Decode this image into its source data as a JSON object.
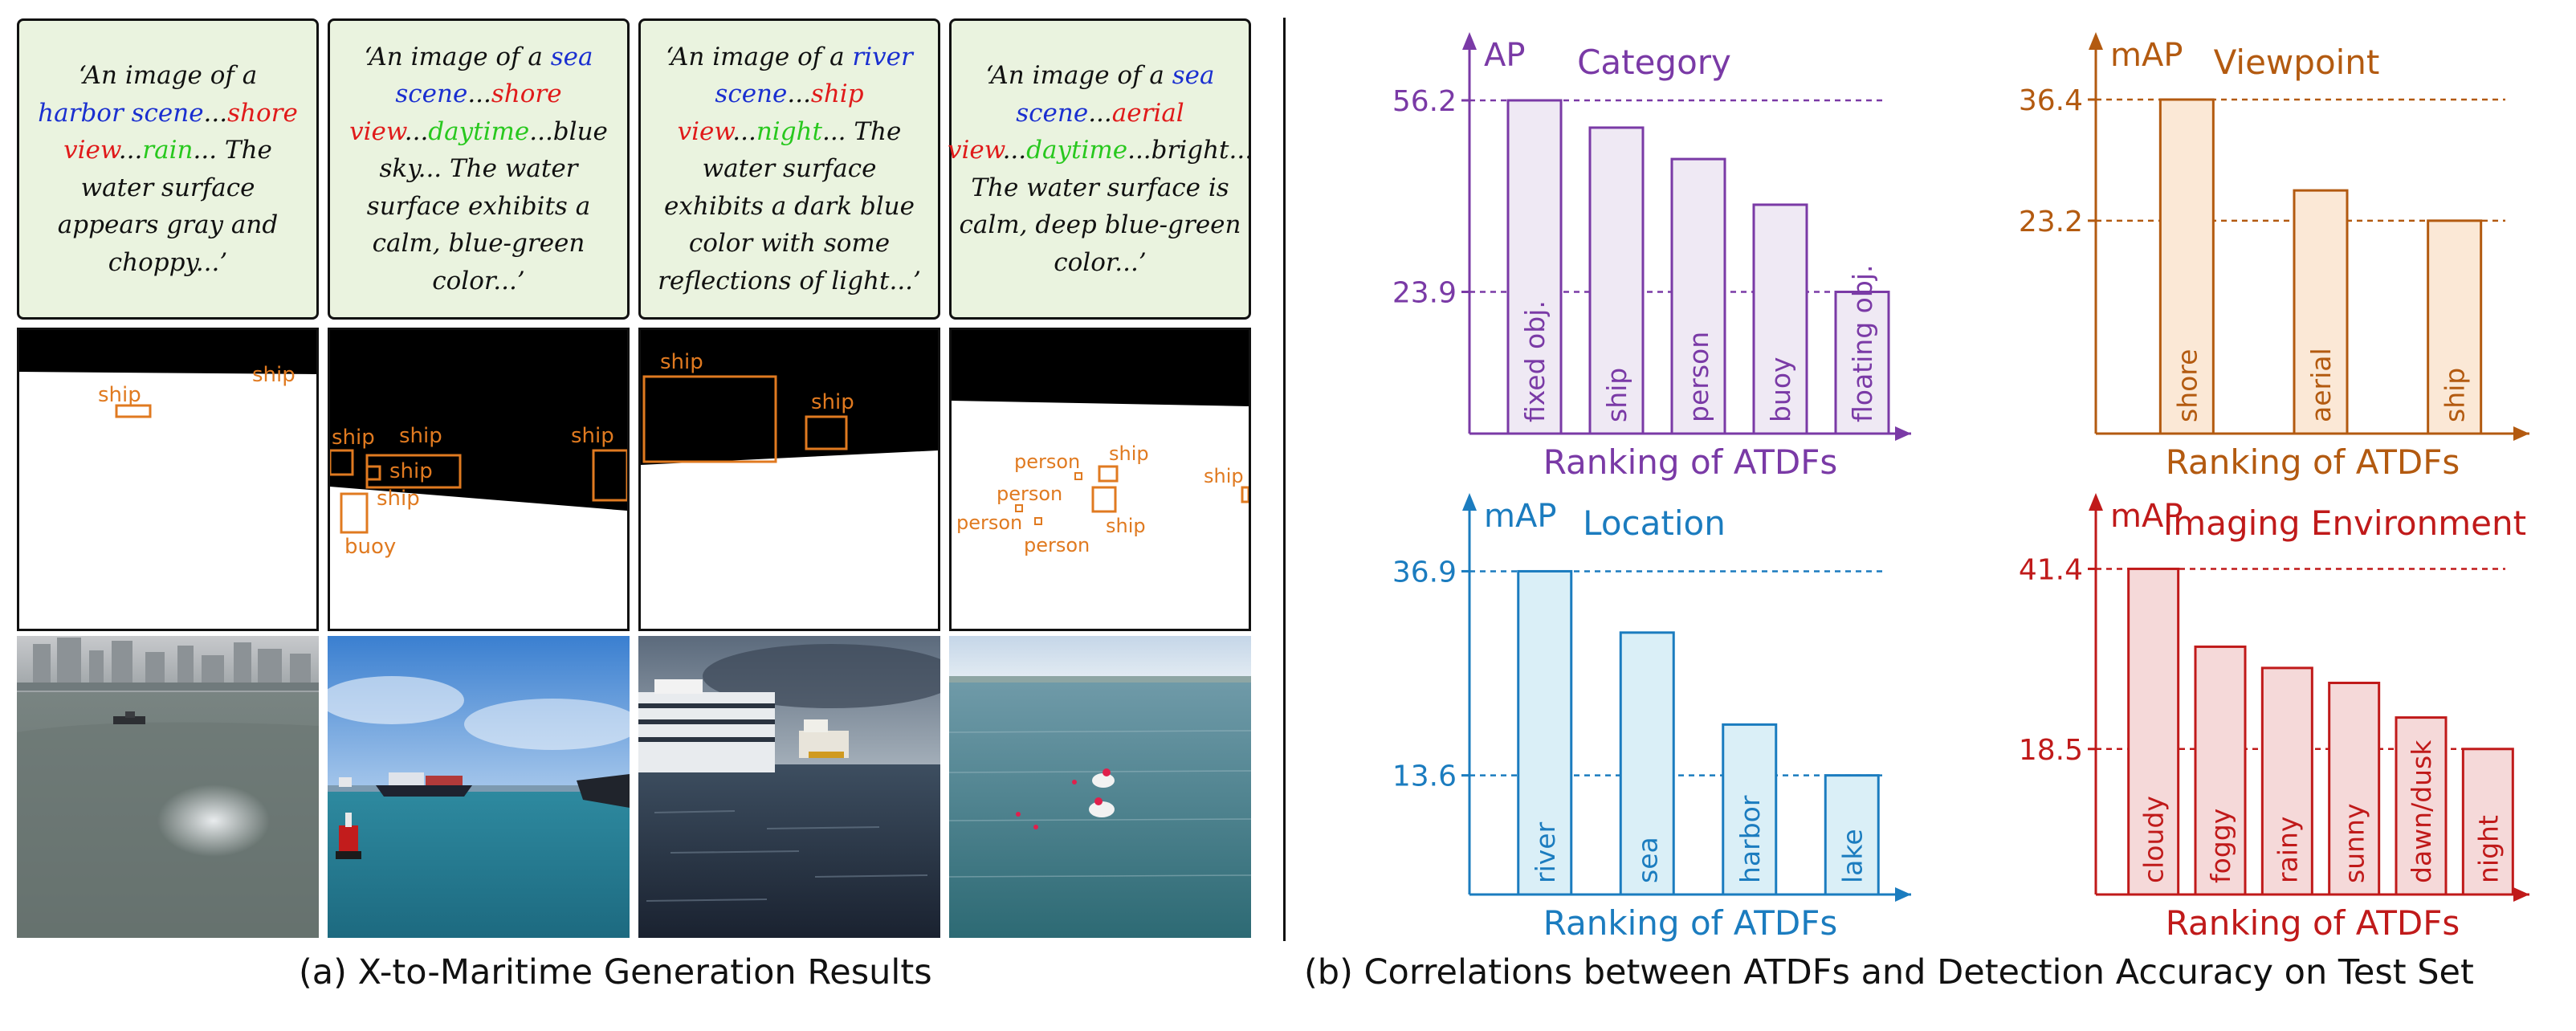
{
  "captions": {
    "a": "(a) X-to-Maritime Generation Results",
    "b": "(b) Correlations between ATDFs and Detection Accuracy on Test Set"
  },
  "prompts": [
    {
      "segments": [
        {
          "t": "‘An image of a ",
          "c": "blk"
        },
        {
          "t": "harbor scene",
          "c": "blu"
        },
        {
          "t": "...",
          "c": "blk"
        },
        {
          "t": "shore view",
          "c": "red"
        },
        {
          "t": "...",
          "c": "blk"
        },
        {
          "t": "rain",
          "c": "grn"
        },
        {
          "t": "... The water surface appears gray and choppy...’",
          "c": "blk"
        }
      ]
    },
    {
      "segments": [
        {
          "t": "‘An image of a ",
          "c": "blk"
        },
        {
          "t": "sea scene",
          "c": "blu"
        },
        {
          "t": "...",
          "c": "blk"
        },
        {
          "t": "shore view",
          "c": "red"
        },
        {
          "t": "...",
          "c": "blk"
        },
        {
          "t": "daytime",
          "c": "grn"
        },
        {
          "t": "...blue sky... The water surface exhibits a calm, blue-green color...’",
          "c": "blk"
        }
      ]
    },
    {
      "segments": [
        {
          "t": "‘An image of a ",
          "c": "blk"
        },
        {
          "t": "river scene",
          "c": "blu"
        },
        {
          "t": "...",
          "c": "blk"
        },
        {
          "t": "ship view",
          "c": "red"
        },
        {
          "t": "...",
          "c": "blk"
        },
        {
          "t": "night",
          "c": "grn"
        },
        {
          "t": "... The water surface exhibits a dark blue color with some reflections of light...’",
          "c": "blk"
        }
      ]
    },
    {
      "segments": [
        {
          "t": "‘An image of a ",
          "c": "blk"
        },
        {
          "t": "sea scene",
          "c": "blu"
        },
        {
          "t": "...",
          "c": "blk"
        },
        {
          "t": "aerial view",
          "c": "red"
        },
        {
          "t": "...",
          "c": "blk"
        },
        {
          "t": "daytime",
          "c": "grn"
        },
        {
          "t": "...bright... The water surface is calm, deep blue-green color...’",
          "c": "blk"
        }
      ]
    }
  ],
  "masks": [
    {
      "labels": [
        "ship",
        "ship"
      ]
    },
    {
      "labels": [
        "ship",
        "ship",
        "ship",
        "ship",
        "ship",
        "buoy"
      ]
    },
    {
      "labels": [
        "ship",
        "ship"
      ]
    },
    {
      "labels": [
        "person",
        "ship",
        "person",
        "person",
        "person",
        "ship",
        "ship"
      ]
    }
  ],
  "colors": {
    "annotation": "#e07a20"
  },
  "chart_data": [
    {
      "type": "bar",
      "title": "Category",
      "ylabel": "AP",
      "xlabel": "Ranking of ATDFs",
      "categories": [
        "fixed obj.",
        "ship",
        "person",
        "buoy",
        "floating obj."
      ],
      "values": [
        56.2,
        51.6,
        46.3,
        38.6,
        23.9
      ],
      "yticks": [
        "56.2",
        "23.9"
      ],
      "ylim": [
        0,
        65
      ],
      "color": "#7a3aa6",
      "fill": "#efe9f4"
    },
    {
      "type": "bar",
      "title": "Viewpoint",
      "ylabel": "mAP",
      "xlabel": "Ranking of ATDFs",
      "categories": [
        "shore",
        "aerial",
        "ship"
      ],
      "values": [
        36.4,
        26.5,
        23.2
      ],
      "yticks": [
        "36.4",
        "23.2"
      ],
      "ylim": [
        0,
        42
      ],
      "color": "#b35a10",
      "fill": "#fbe8d6"
    },
    {
      "type": "bar",
      "title": "Location",
      "ylabel": "mAP",
      "xlabel": "Ranking of ATDFs",
      "categories": [
        "river",
        "sea",
        "harbor",
        "lake"
      ],
      "values": [
        36.9,
        29.9,
        19.4,
        13.6
      ],
      "yticks": [
        "36.9",
        "13.6"
      ],
      "ylim": [
        0,
        44
      ],
      "color": "#1b7cbf",
      "fill": "#daeff7"
    },
    {
      "type": "bar",
      "title": "Imaging Environment",
      "ylabel": "mAP",
      "xlabel": "Ranking of ATDFs",
      "categories": [
        "cloudy",
        "foggy",
        "rainy",
        "sunny",
        "dawn/dusk",
        "night"
      ],
      "values": [
        41.4,
        31.5,
        28.8,
        26.9,
        22.5,
        18.5
      ],
      "yticks": [
        "41.4",
        "18.5"
      ],
      "ylim": [
        0,
        49
      ],
      "color": "#c01a1a",
      "fill": "#f5d9d9"
    }
  ]
}
